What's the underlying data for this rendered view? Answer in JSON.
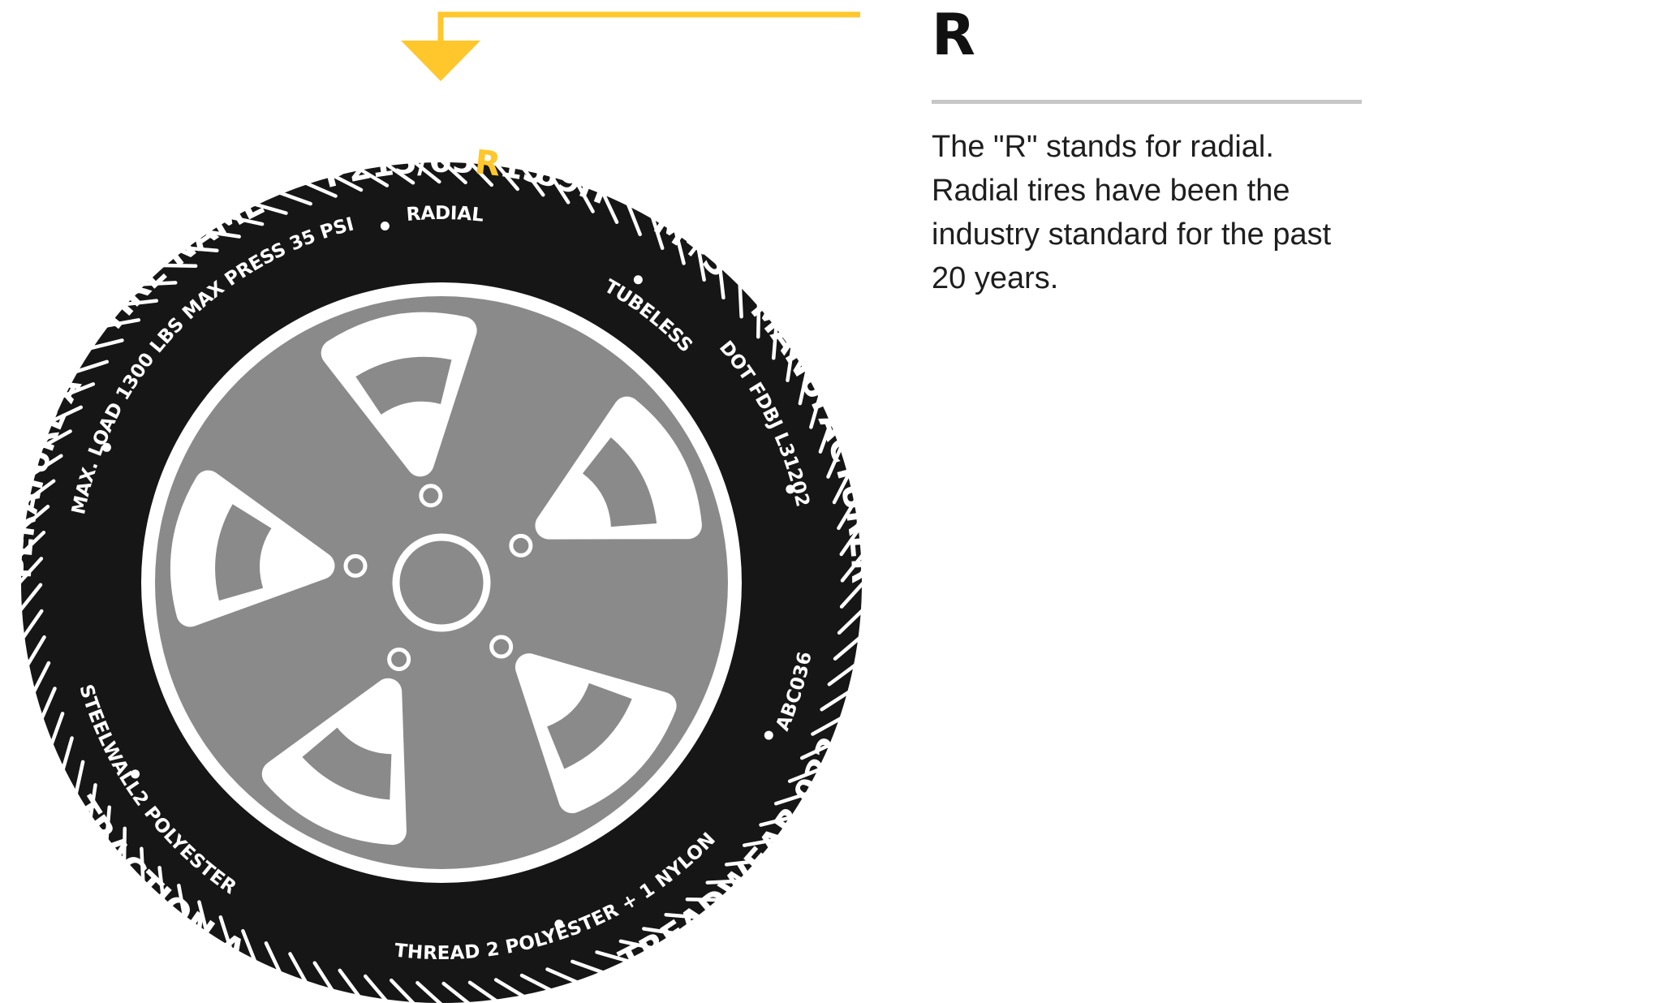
{
  "colors": {
    "accent": "#ffc72c",
    "tire": "#161616",
    "rim": "#8a8a8a",
    "text_dark": "#1e1e1e"
  },
  "pointer_icon": "arrow-down-icon",
  "tire": {
    "size_code": {
      "prefix": "P215/65",
      "highlight": "R",
      "suffix": "15"
    },
    "labels": {
      "load_speed": "89H",
      "mud_snow": "M+S",
      "manufacturer": "MANUFACTURER",
      "treadwear": "TREADWEAR 022",
      "traction": "TRACTION A",
      "temperature": "TEMPERATURE A",
      "tire_name": "TIRE NAME",
      "max_press": "MAX PRESS 35 PSI",
      "radial": "RADIAL",
      "tubeless": "TUBELESS",
      "dot": "DOT FDBJ L31202",
      "abc": "ABC036",
      "thread": "THREAD 2 POLYESTER + 1 NYLON",
      "steelwall": "STEELWALL2 POLYESTER",
      "max_load": "MAX. LOAD 1300 LBS"
    }
  },
  "info": {
    "letter": "R",
    "description": "The \"R\" stands for radial. Radial tires have been the industry standard for the past 20 years."
  }
}
